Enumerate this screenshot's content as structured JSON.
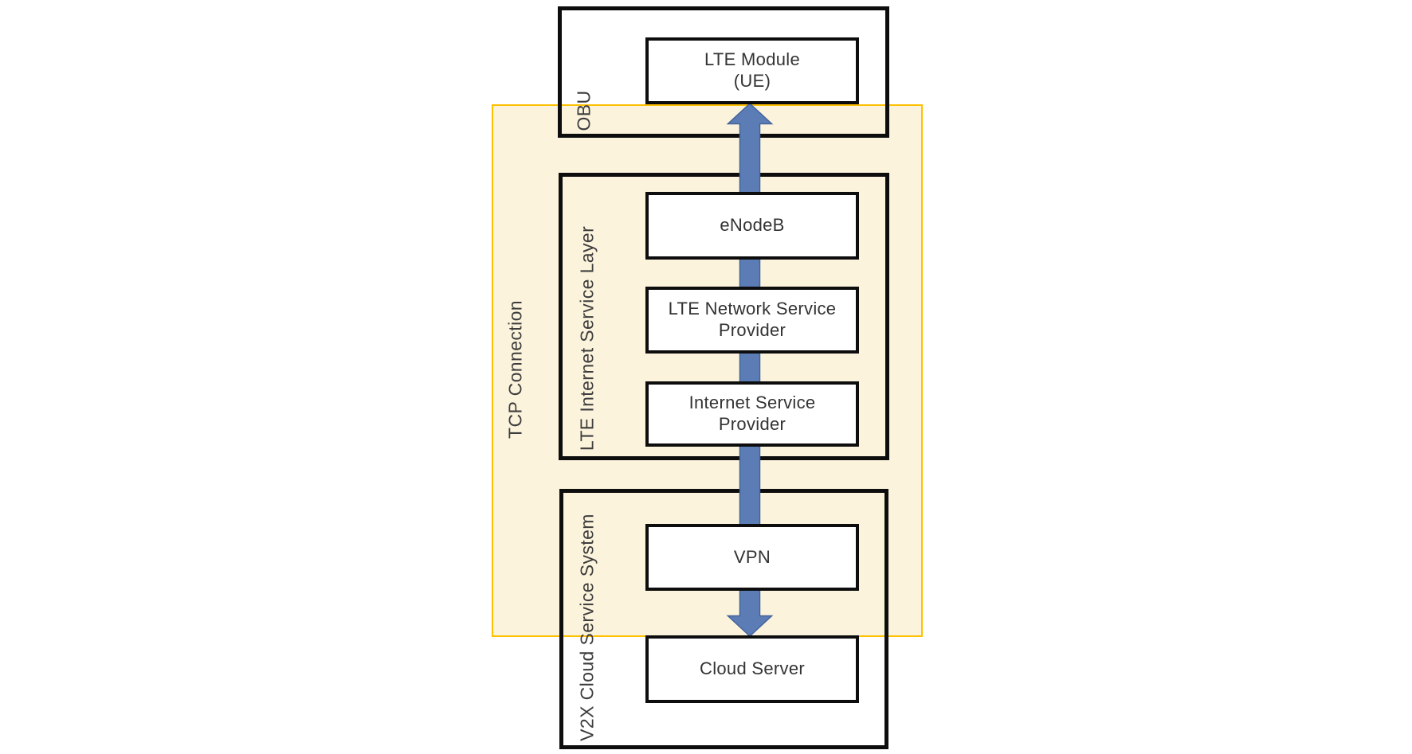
{
  "colors": {
    "page_background": "#ffffff",
    "highlight_fill": "#FBF3DC",
    "highlight_border": "#FFC000",
    "section_border": "#0d0d0d",
    "node_border": "#0d0d0d",
    "node_fill": "#ffffff",
    "arrow_fill": "#5B7CB5",
    "arrow_stroke": "#44649C",
    "text": "#333333"
  },
  "diagram": {
    "tcp_connection_label": "TCP Connection",
    "sections": {
      "obu": {
        "label": "OBU"
      },
      "lte_isl": {
        "label": "LTE Internet Service Layer"
      },
      "v2x": {
        "label": "V2X Cloud Service System"
      }
    },
    "nodes": {
      "lte_module": {
        "title": "LTE Module",
        "subtitle": "(UE)"
      },
      "enodeb": {
        "title": "eNodeB"
      },
      "lte_nsp": {
        "title": "LTE Network Service",
        "subtitle": "Provider"
      },
      "isp": {
        "title": "Internet Service",
        "subtitle": "Provider"
      },
      "vpn": {
        "title": "VPN"
      },
      "cloud_server": {
        "title": "Cloud Server"
      }
    },
    "arrow": {
      "description": "double-headed vertical arrow linking LTE Module (UE) to Cloud Server"
    }
  }
}
